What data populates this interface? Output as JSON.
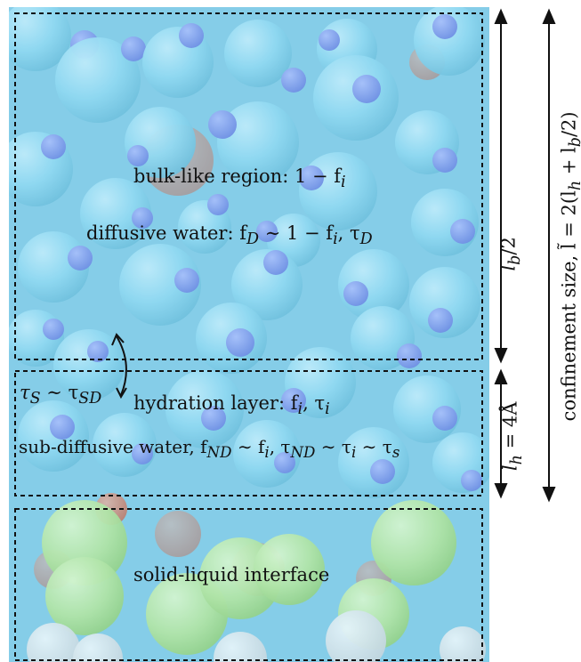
{
  "regions": {
    "bulk": {
      "title": "bulk-like region: 1 − f",
      "title_sub": "i",
      "water": "diffusive water: f",
      "water_sub": "D",
      "water_rest": " ∼ 1 − f",
      "water_rest_sub": "i",
      "water_tail": ", τ",
      "water_tail_sub": "D"
    },
    "hydration": {
      "tau_left": "τ",
      "tau_left_sub": "S",
      "tau_sim": " ∼ τ",
      "tau_sim_sub": "SD",
      "title": "hydration layer: f",
      "title_sub": "i",
      "title_tail": ", τ",
      "title_tail_sub": "i",
      "water": "sub-diffusive water, f",
      "water_sub": "ND",
      "water_mid": " ∼ f",
      "water_mid_sub": "i",
      "water_tau": ", τ",
      "water_tau_sub": "ND",
      "water_sim": " ∼ τ",
      "water_sim_sub": "i",
      "water_sim2": " ∼ τ",
      "water_sim2_sub": "s"
    },
    "interface": {
      "title": "solid-liquid interface"
    }
  },
  "dimensions": {
    "bulk_half": "l",
    "bulk_half_sub": "b",
    "bulk_half_tail": "/2",
    "hydration": "l",
    "hydration_sub": "h",
    "hydration_tail": " = 4Å",
    "confinement": "confinement size, l̃ = 2(l",
    "confinement_sub1": "h",
    "confinement_mid": " + l",
    "confinement_sub2": "b",
    "confinement_tail": "/2)"
  },
  "colors": {
    "water_oxygen": "#7fd6f2",
    "water_hydrogen": "#6f86e8",
    "solid_green": "#b6e88a",
    "solid_white": "#f2f2f2",
    "accent_red": "#d96a4a"
  }
}
